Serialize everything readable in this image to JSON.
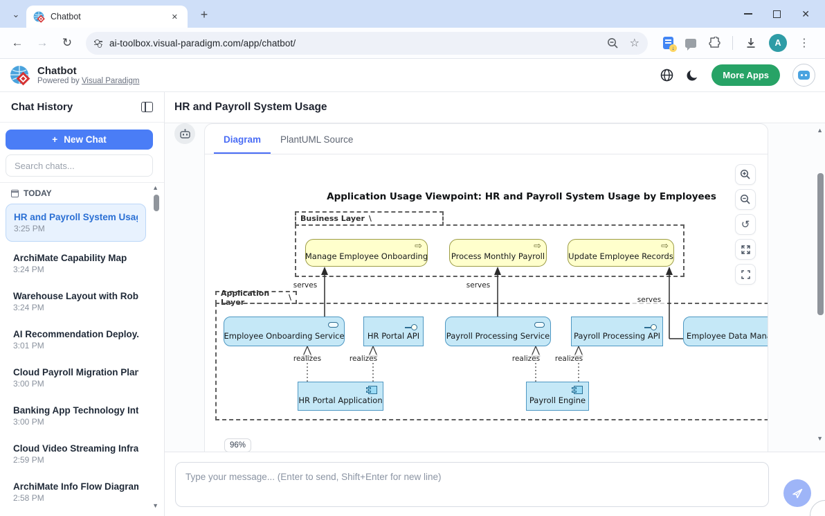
{
  "browser": {
    "tab_title": "Chatbot",
    "url": "ai-toolbox.visual-paradigm.com/app/chatbot/"
  },
  "app_header": {
    "title": "Chatbot",
    "powered_by_prefix": "Powered by",
    "powered_by_link": "Visual Paradigm",
    "more_apps_label": "More Apps",
    "avatar_letter": "A"
  },
  "sidebar": {
    "title": "Chat History",
    "new_chat_plus": "+",
    "new_chat_label": "New Chat",
    "search_placeholder": "Search chats...",
    "section_label": "TODAY",
    "chats": [
      {
        "title": "HR and Payroll System Usage",
        "time": "3:25 PM",
        "active": true
      },
      {
        "title": "ArchiMate Capability Map",
        "time": "3:24 PM",
        "active": false
      },
      {
        "title": "Warehouse Layout with Rob...",
        "time": "3:24 PM",
        "active": false
      },
      {
        "title": "AI Recommendation Deploy...",
        "time": "3:01 PM",
        "active": false
      },
      {
        "title": "Cloud Payroll Migration Plan",
        "time": "3:00 PM",
        "active": false
      },
      {
        "title": "Banking App Technology Int...",
        "time": "3:00 PM",
        "active": false
      },
      {
        "title": "Cloud Video Streaming Infra...",
        "time": "2:59 PM",
        "active": false
      },
      {
        "title": "ArchiMate Info Flow Diagram",
        "time": "2:58 PM",
        "active": false
      }
    ]
  },
  "main": {
    "page_title": "HR and Payroll System Usage",
    "tabs": [
      {
        "label": "Diagram",
        "active": true
      },
      {
        "label": "PlantUML Source",
        "active": false
      }
    ],
    "zoom_level": "96%",
    "input_placeholder": "Type your message... (Enter to send, Shift+Enter for new line)"
  },
  "diagram": {
    "title": "Application Usage Viewpoint: HR and Payroll System Usage by Employees",
    "layers": [
      {
        "label": "Business Layer"
      },
      {
        "label": "Application Layer"
      }
    ],
    "business_processes": [
      {
        "label": "Manage Employee Onboarding"
      },
      {
        "label": "Process Monthly Payroll"
      },
      {
        "label": "Update Employee Records"
      }
    ],
    "application_elements": [
      {
        "label": "Employee Onboarding Service",
        "kind": "application-service"
      },
      {
        "label": "HR Portal API",
        "kind": "application-interface"
      },
      {
        "label": "Payroll Processing Service",
        "kind": "application-service"
      },
      {
        "label": "Payroll Processing API",
        "kind": "application-interface"
      },
      {
        "label": "Employee Data Manag",
        "kind": "application-service"
      }
    ],
    "components": [
      {
        "label": "HR Portal Application"
      },
      {
        "label": "Payroll Engine"
      }
    ],
    "relation_labels": {
      "serves": "serves",
      "realizes": "realizes"
    },
    "colors": {
      "business_fill": "#FFFFCC",
      "business_border": "#9C9C46",
      "application_fill": "#C5E8F7",
      "application_border": "#4D97C2"
    }
  },
  "glyphs": {
    "tab_chevron": "⌄",
    "tab_close": "✕",
    "new_tab_plus": "+",
    "back": "←",
    "forward": "→",
    "reload": "↻",
    "star": "☆",
    "menu_dots": "⋮",
    "window_close": "✕",
    "process_arrow": "⇨",
    "undo": "↺",
    "scroll_up": "▲",
    "scroll_down": "▼",
    "docs_badge_arrow": "↓"
  },
  "colors": {
    "accent_blue": "#4A7DF6",
    "more_apps_green": "#27A366",
    "active_chat_bg": "#E8F2FE",
    "titlebar": "#CFDFF8",
    "send_button": "#9EB5F8"
  }
}
